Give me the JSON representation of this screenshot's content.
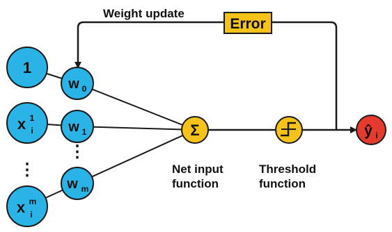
{
  "weight_update_label": "Weight update",
  "error_label": "Error",
  "net_input_label_1": "Net input",
  "net_input_label_2": "function",
  "threshold_label_1": "Threshold",
  "threshold_label_2": "function",
  "input_bias": "1",
  "input_x_base": "x",
  "input_x1_sup": "1",
  "input_xm_sup": "m",
  "input_sub": "i",
  "weight_base": "w",
  "weight_sub_0": "0",
  "weight_sub_1": "1",
  "weight_sub_m": "m",
  "sum_symbol": "Σ",
  "output_base": "ŷ",
  "output_sub": "i",
  "ellipsis": "⋮",
  "colors": {
    "node_blue": "#29b3e6",
    "node_yellow": "#f7c21a",
    "node_red": "#e53a2e",
    "error_box": "#f7c21a",
    "stroke": "#1a1a1a"
  }
}
